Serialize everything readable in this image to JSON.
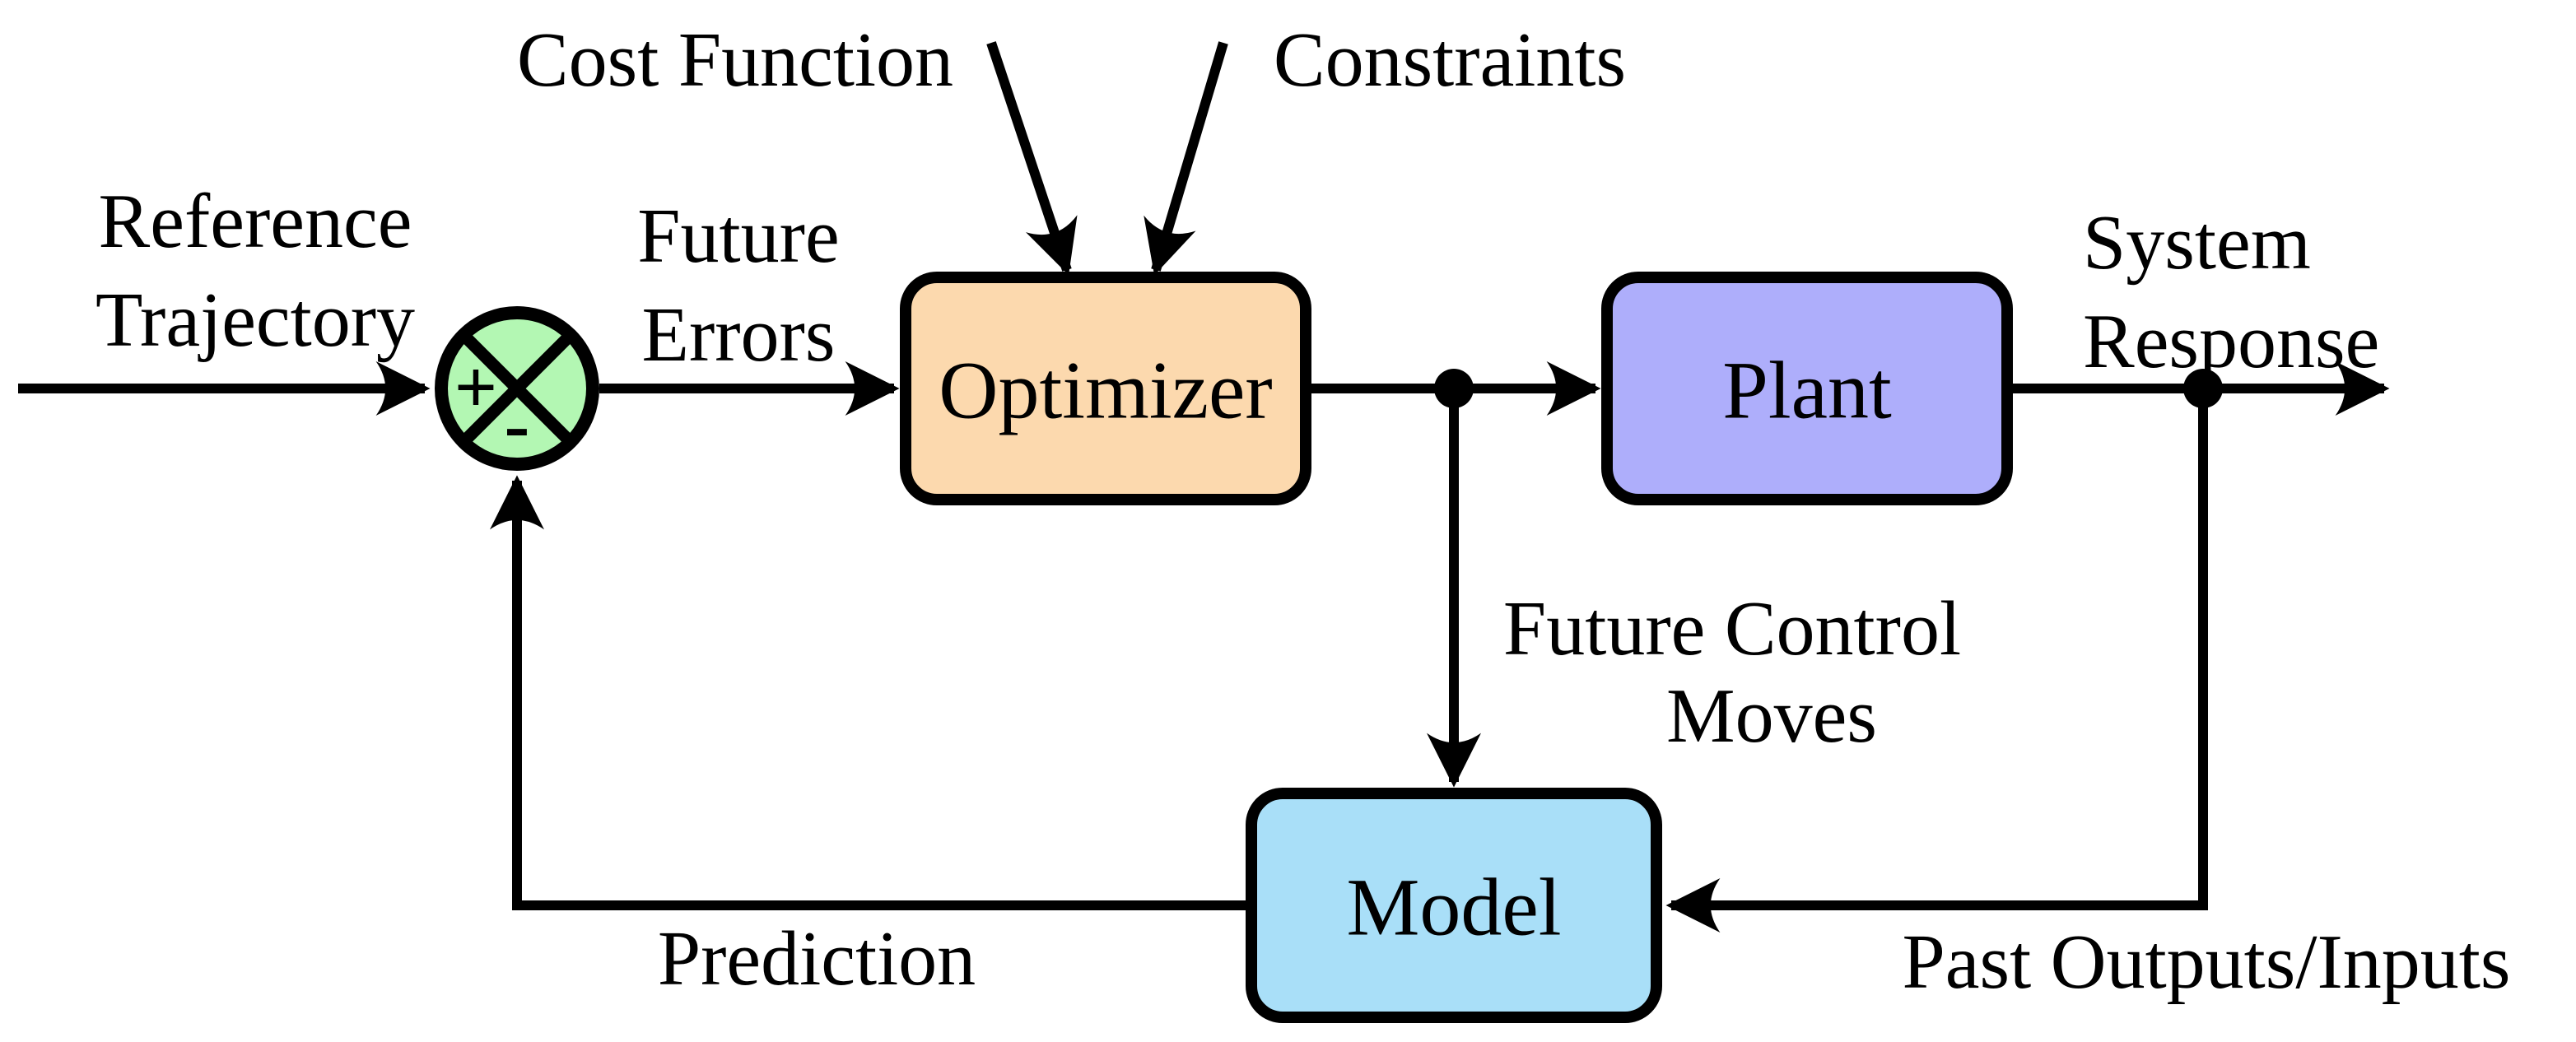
{
  "colors": {
    "background": "#ffffff",
    "line": "#000000",
    "optimizer_fill": "#FCD9AE",
    "plant_fill": "#AEAEFB",
    "model_fill": "#A9DFF8",
    "sum_fill": "#B3F7B3",
    "dot_fill": "#000000"
  },
  "nodes": {
    "optimizer": {
      "label": "Optimizer"
    },
    "plant": {
      "label": "Plant"
    },
    "model": {
      "label": "Model"
    },
    "sum_junction": {
      "plus_sign": "+",
      "minus_sign": "-"
    }
  },
  "labels": {
    "cost_function": "Cost Function",
    "constraints": "Constraints",
    "reference_trajectory": {
      "line1": "Reference",
      "line2": "Trajectory"
    },
    "future_errors": {
      "line1": "Future",
      "line2": "Errors"
    },
    "system_response": {
      "line1": "System",
      "line2": "Response"
    },
    "future_control_moves": {
      "line1": "Future Control",
      "line2": "Moves"
    },
    "prediction": "Prediction",
    "past_outputs_inputs": "Past Outputs/Inputs"
  }
}
